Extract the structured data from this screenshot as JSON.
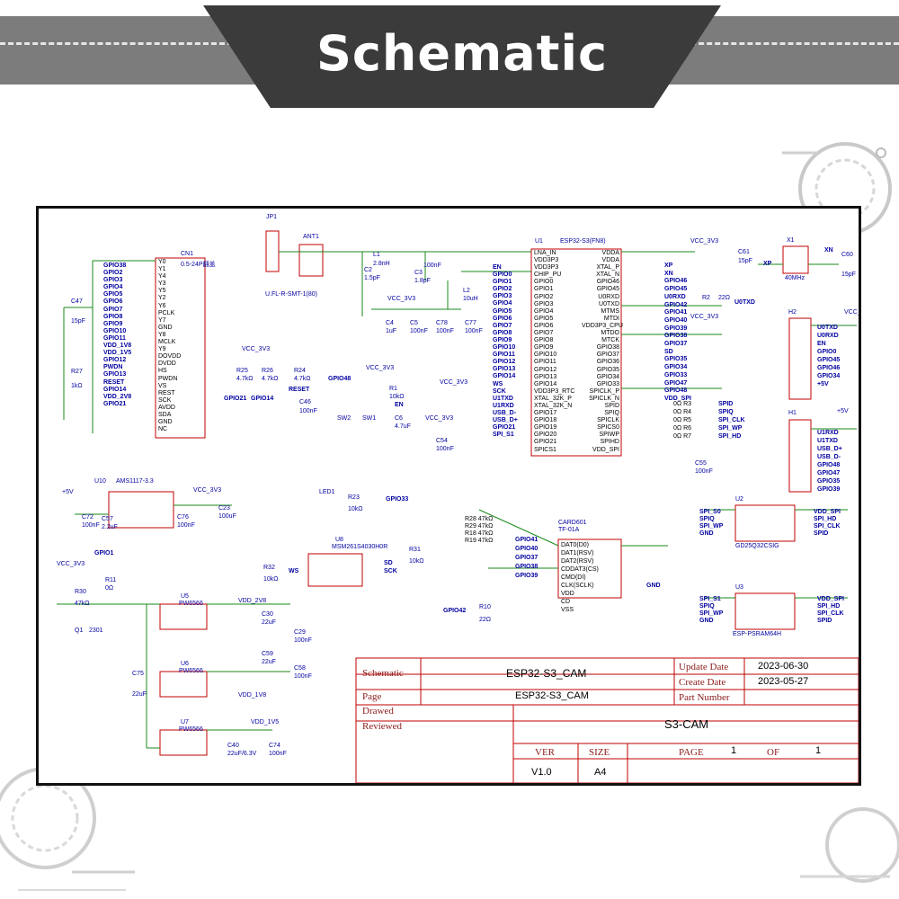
{
  "banner": {
    "title": "Schematic"
  },
  "main_chip": {
    "ref": "U1",
    "part": "ESP32-S3(FN8)",
    "left_pins": [
      "LNA_IN",
      "VDD3P3",
      "VDD3P3",
      "CHIP_PU",
      "GPIO0",
      "GPIO1",
      "GPIO2",
      "GPIO3",
      "GPIO4",
      "GPIO5",
      "GPIO6",
      "GPIO7",
      "GPIO8",
      "GPIO9",
      "GPIO10",
      "GPIO11",
      "GPIO12",
      "GPIO13",
      "GPIO14",
      "VDD3P3_RTC",
      "XTAL_32K_P",
      "XTAL_32K_N",
      "GPIO17",
      "GPIO18",
      "GPIO19",
      "GPIO20",
      "GPIO21",
      "SPICS1"
    ],
    "right_pins": [
      "VDDA",
      "VDDA",
      "XTAL_P",
      "XTAL_N",
      "GPIO46",
      "GPIO45",
      "U0RXD",
      "U0TXD",
      "MTMS",
      "MTDI",
      "VDD3P3_CPU",
      "MTDO",
      "MTCK",
      "GPIO38",
      "GPIO37",
      "GPIO36",
      "GPIO35",
      "GPIO34",
      "GPIO33",
      "SPICLK_P",
      "SPICLK_N",
      "SPID",
      "SPIQ",
      "SPICLK",
      "SPICS0",
      "SPIWP",
      "SPIHD",
      "VDD_SPI"
    ],
    "left_nets": [
      "EN",
      "GPIO0",
      "GPIO1",
      "GPIO2",
      "GPIO3",
      "GPIO4",
      "GPIO5",
      "GPIO6",
      "GPIO7",
      "GPIO8",
      "GPIO9",
      "GPIO10",
      "GPIO11",
      "GPIO12",
      "GPIO13",
      "GPIO14",
      "",
      "WS",
      "SCK",
      "U1TXD",
      "U1RXD",
      "USB_D-",
      "USB_D+",
      "GPIO21",
      "SPI_S1"
    ],
    "right_nets": [
      "XP",
      "XN",
      "GPIO46",
      "GPIO45",
      "U0RXD",
      "GPIO42",
      "GPIO41",
      "GPIO40",
      "GPIO39",
      "GPIO38",
      "GPIO37",
      "SD",
      "GPIO35",
      "GPIO34",
      "GPIO33",
      "GPIO47",
      "GPIO48",
      "VDD_SPI"
    ]
  },
  "camera_connector": {
    "ref": "CN1",
    "part": "0.5-24P翻盖",
    "nets": [
      "GPIO38",
      "GPIO2",
      "GPIO3",
      "GPIO4",
      "GPIO5",
      "GPIO6",
      "GPIO7",
      "GPIO8",
      "GPIO9",
      "GPIO10",
      "GPIO11",
      "VDD_1V8",
      "VDD_1V5",
      "GPIO12",
      "PWDN",
      "GPIO13",
      "RESET",
      "GPIO14",
      "VDD_2V8",
      "GPIO21"
    ],
    "pins": [
      "Y0",
      "Y1",
      "Y4",
      "Y3",
      "Y5",
      "Y2",
      "Y6",
      "PCLK",
      "Y7",
      "GND",
      "Y8",
      "MCLK",
      "Y9",
      "DOVDD",
      "DVDD",
      "HS",
      "PWDN",
      "VS",
      "REST",
      "SCK",
      "AVDD",
      "SDA",
      "GND",
      "NC"
    ]
  },
  "labels": {
    "jp1": "JP1",
    "ant1": "ANT1",
    "ufl": "U.FL-R-SMT-1(80)",
    "l1": "L1",
    "l1v": "2.8nH",
    "c2": "C2",
    "c2v": "1.5pF",
    "c3": "C3",
    "c3v": "1.8pF",
    "c100": "100nF",
    "l2": "L2",
    "l2v": "10uH",
    "vcc": "VCC_3V3",
    "c4": "C4",
    "c4v": "1uF",
    "c5": "C5",
    "c5v": "100nF",
    "c78": "C78",
    "c78v": "100nF",
    "c77": "C77",
    "c77v": "100nF",
    "r2": "R2",
    "r2v": "22Ω",
    "u0txd": "U0TXD",
    "c61": "C61",
    "c61v": "15pF",
    "x1": "X1",
    "x1v": "40MHz",
    "c60": "C60",
    "c60v": "15pF",
    "xp": "XP",
    "xn": "XN",
    "h2": "H2",
    "h1": "H1",
    "plus5v": "+5V",
    "h2_nets": [
      "U0TXD",
      "U0RXD",
      "EN",
      "GPIO0",
      "GPIO45",
      "GPIO46",
      "GPIO34",
      "+5V"
    ],
    "h1_nets": [
      "U1RXD",
      "U1TXD",
      "USB_D+",
      "USB_D-",
      "GPIO48",
      "GPIO47",
      "GPIO35",
      "GPIO39"
    ],
    "r25": "R25",
    "r25v": "4.7kΩ",
    "r26": "R26",
    "r26v": "4.7kΩ",
    "r24": "R24",
    "r24v": "4.7kΩ",
    "c46": "C46",
    "c46v": "100nF",
    "reset": "RESET",
    "gpio21": "GPIO21",
    "gpio14": "GPIO14",
    "gpio48": "GPIO48",
    "r1": "R1",
    "r1v": "10kΩ",
    "en": "EN",
    "sw2": "SW2",
    "sw1": "SW1",
    "c6": "C6",
    "c6v": "4.7uF",
    "c54": "C54",
    "c54v": "100nF",
    "c55": "C55",
    "c55v": "100nF",
    "r_spi": [
      "R3",
      "R4",
      "R5",
      "R6",
      "R7"
    ],
    "r_spi_v": "0Ω",
    "spi_nets": [
      "SPID",
      "SPIQ",
      "SPI_CLK",
      "SPI_WP",
      "SPI_HD"
    ],
    "u10": "U10",
    "u10v": "AMS1117-3.3",
    "c72": "C72",
    "c72v": "100nF",
    "c57": "C57",
    "c57v": "2.2uF",
    "c76": "C76",
    "c76v": "100nF",
    "c23": "C23",
    "c23v": "100uF",
    "led1": "LED1",
    "r23": "R23",
    "r23v": "10kΩ",
    "gpio33": "GPIO33",
    "u8": "U8",
    "u8v": "MSM261S4030H0R",
    "r32": "R32",
    "r32v": "10kΩ",
    "r31": "R31",
    "r31v": "10kΩ",
    "ws": "WS",
    "sd": "SD",
    "sck": "SCK",
    "card": "CARD601",
    "cardv": "TF-01A",
    "card_r": [
      "R28 47kΩ",
      "R29 47kΩ",
      "R18 47kΩ",
      "R19 47kΩ"
    ],
    "card_nets": [
      "GPIO41",
      "GPIO40",
      "GPIO37",
      "GPIO38",
      "GPIO39"
    ],
    "card_pins": [
      "DAT0(D0)",
      "DAT1(RSV)",
      "DAT2(RSV)",
      "CDDAT3(CS)",
      "CMD(DI)",
      "CLK(SCLK)",
      "VDD",
      "CD",
      "VSS"
    ],
    "r10": "R10",
    "r10v": "22Ω",
    "gpio42": "GPIO42",
    "gnd": "GND",
    "u2": "U2",
    "u2v": "GD25Q32CSIG",
    "u2_nets": [
      "SPI_S0",
      "SPIQ",
      "SPI_WP",
      "GND"
    ],
    "u2_rnets": [
      "VDD_SPI",
      "SPI_HD",
      "SPI_CLK",
      "SPID"
    ],
    "u3": "U3",
    "u3v": "ESP-PSRAM64H",
    "u3_nets": [
      "SPI_S1",
      "SPIQ",
      "SPI_WP",
      "GND"
    ],
    "u3_rnets": [
      "VDD_SPI",
      "SPI_HD",
      "SPI_CLK",
      "SPID"
    ],
    "r11": "R11",
    "r11v": "0Ω",
    "r30": "R30",
    "r30v": "47kΩ",
    "q1": "Q1",
    "q1v": "2301",
    "gpio1": "GPIO1",
    "u5": "U5",
    "u6": "U6",
    "u7": "U7",
    "pw": "PW6566",
    "vdd28": "VDD_2V8",
    "vdd18": "VDD_1V8",
    "vdd15": "VDD_1V5",
    "c30": "C30",
    "c30v": "22uF",
    "c29": "C29",
    "c29v": "100nF",
    "c59": "C59",
    "c59v": "22uF",
    "c58": "C58",
    "c58v": "100nF",
    "c75": "C75",
    "c75v": "22uF",
    "c40": "C40",
    "c40v": "22uF/6.3V",
    "c74": "C74",
    "c74v": "100nF",
    "c47": "C47",
    "c47v": "15pF",
    "r27": "R27",
    "r27v": "1kΩ"
  },
  "title_block": {
    "schematic_label": "Schematic",
    "schematic_value": "ESP32-S3_CAM",
    "page_label": "Page",
    "page_value": "ESP32-S3_CAM",
    "drawed_label": "Drawed",
    "reviewed_label": "Reviewed",
    "project_value": "S3-CAM",
    "update_label": "Update Date",
    "update_value": "2023-06-30",
    "create_label": "Create Date",
    "create_value": "2023-05-27",
    "partnum_label": "Part Number",
    "ver_label": "VER",
    "ver_value": "V1.0",
    "size_label": "SIZE",
    "size_value": "A4",
    "pg_label": "PAGE",
    "pg_value": "1",
    "of_label": "OF",
    "of_value": "1"
  }
}
